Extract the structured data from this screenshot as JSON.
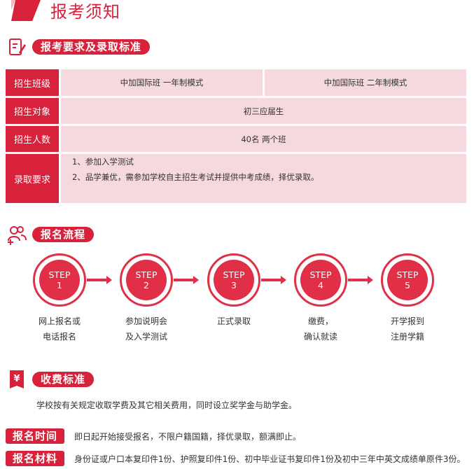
{
  "header": {
    "title": "报考须知"
  },
  "sections": {
    "requirements": {
      "title": "报考要求及录取标准"
    },
    "process": {
      "title": "报名流程"
    },
    "fees": {
      "title": "收费标准"
    }
  },
  "table": {
    "rows": [
      {
        "label": "招生班级",
        "cells": [
          "中加国际班 一年制模式",
          "中加国际班 二年制模式"
        ]
      },
      {
        "label": "招生对象",
        "value": "初三应届生"
      },
      {
        "label": "招生人数",
        "value": "40名 两个班"
      },
      {
        "label": "录取要求",
        "lines": [
          "1、参加入学测试",
          "2、品学兼优，需参加学校自主招生考试并提供中考成绩，择优录取。"
        ]
      }
    ]
  },
  "steps": [
    {
      "word": "STEP",
      "num": "1",
      "line1": "网上报名或",
      "line2": "电话报名"
    },
    {
      "word": "STEP",
      "num": "2",
      "line1": "参加说明会",
      "line2": "及入学测试"
    },
    {
      "word": "STEP",
      "num": "3",
      "line1": "正式录取",
      "line2": ""
    },
    {
      "word": "STEP",
      "num": "4",
      "line1": "缴费，",
      "line2": "确认就读"
    },
    {
      "word": "STEP",
      "num": "5",
      "line1": "开学报到",
      "line2": "注册学籍"
    }
  ],
  "fees_text": "学校按有关规定收取学费及其它相关费用，同时设立奖学金与助学金。",
  "info": {
    "time": {
      "label": "报名时间",
      "text": "即日起开始接受报名，不限户籍国籍，择优录取，额满即止。"
    },
    "materials": {
      "label": "报名材料",
      "text": "身份证或户口本复印件1份、护照复印件1份、初中毕业证书复印件1份及初中三年中英文成绩单原件3份。"
    }
  },
  "icons": {
    "logo": "red-slant-logo",
    "requirements": "edit-document-icon",
    "process": "users-icon",
    "fees": "yen-icon"
  },
  "colors": {
    "accent": "#d8213a",
    "light": "#f6d9df"
  }
}
